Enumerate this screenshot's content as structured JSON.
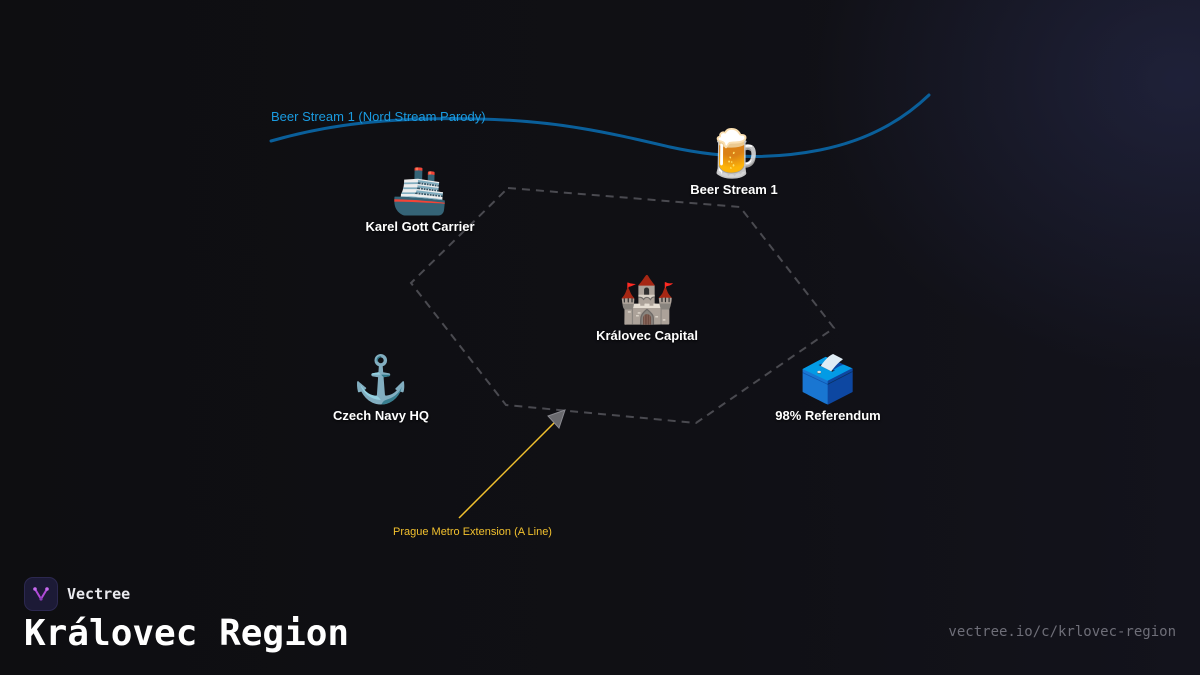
{
  "map": {
    "pipeline": {
      "label": "Beer Stream 1 (Nord Stream Parody)",
      "color": "#0a5f9a",
      "label_color": "#1a9be0"
    },
    "border": {
      "style": "dashed",
      "color": "#4a4a50"
    },
    "metro_line": {
      "label": "Prague Metro Extension (A Line)",
      "color": "#f2c12e"
    },
    "markers": [
      {
        "id": "karel-gott-carrier",
        "icon": "cruise-ship-icon",
        "emoji": "🚢",
        "label": "Karel Gott Carrier"
      },
      {
        "id": "beer-stream-1",
        "icon": "beer-mug-icon",
        "emoji": "🍺",
        "label": "Beer Stream 1"
      },
      {
        "id": "kralovec-capital",
        "icon": "castle-icon",
        "emoji": "🏰",
        "label": "Královec Capital"
      },
      {
        "id": "czech-navy-hq",
        "icon": "anchor-icon",
        "emoji": "⚓",
        "label": "Czech Navy HQ"
      },
      {
        "id": "referendum",
        "icon": "ballot-box-icon",
        "emoji": "🗳️",
        "label": "98% Referendum"
      }
    ]
  },
  "footer": {
    "brand_name": "Vectree",
    "region_title": "Královec Region",
    "share_url": "vectree.io/c/krlovec-region",
    "accent_color": "#b04ad8"
  }
}
